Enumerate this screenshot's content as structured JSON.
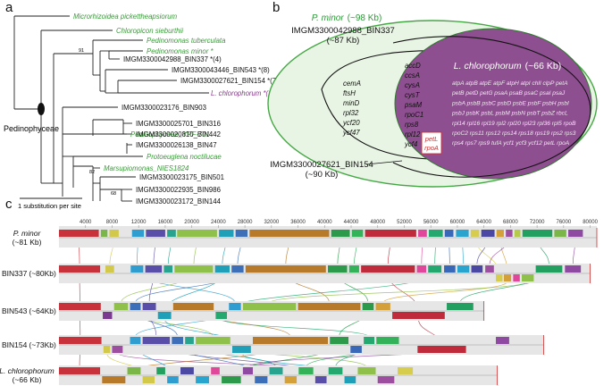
{
  "panels": {
    "a": "a",
    "b": "b",
    "c": "c"
  },
  "tree": {
    "leaves": [
      {
        "label": "Microrhizoidea pickettheapsiorum",
        "italic": true,
        "color": "#3a9a3a"
      },
      {
        "label": "Chloropicon sieburthii",
        "italic": true,
        "color": "#3a9a3a"
      },
      {
        "label": "Pedinomonas tuberculata",
        "italic": true,
        "color": "#3a9a3a"
      },
      {
        "label": "Pedinomonas minor",
        "italic": true,
        "color": "#3a9a3a",
        "suffix": " *"
      },
      {
        "label": "IMGM3300042988_BIN337",
        "italic": false,
        "color": "#111111",
        "suffix": " *(4)"
      },
      {
        "label": "IMGM3300043446_BIN543",
        "italic": false,
        "color": "#111111",
        "suffix": " *(8)"
      },
      {
        "label": "IMGM3300027621_BIN154",
        "italic": false,
        "color": "#111111",
        "suffix": " *(7)"
      },
      {
        "label": "L. chlorophorum",
        "italic": true,
        "color": "#8b3a8f",
        "suffix": " *(11)"
      },
      {
        "label": "IMGM3300023176_BIN903",
        "italic": false,
        "color": "#111111"
      },
      {
        "label": "Pedinophyceae_YPF-701",
        "italic": true,
        "color": "#3a9a3a"
      },
      {
        "label": "IMGM3300025701_BIN316",
        "italic": false,
        "color": "#111111"
      },
      {
        "label": "IMGM3300020810_BIN442",
        "italic": false,
        "color": "#111111"
      },
      {
        "label": "IMGM3300026138_BIN47",
        "italic": false,
        "color": "#111111"
      },
      {
        "label": "Protoeuglena noctilucae",
        "italic": true,
        "color": "#3a9a3a"
      },
      {
        "label": "Marsupiomonas_NIES1824",
        "italic": true,
        "color": "#3a9a3a"
      },
      {
        "label": "IMGM3300023175_BIN501",
        "italic": false,
        "color": "#111111"
      },
      {
        "label": "IMGM3300022935_BIN986",
        "italic": false,
        "color": "#111111"
      },
      {
        "label": "IMGM3300023172_BIN144",
        "italic": false,
        "color": "#111111"
      }
    ],
    "bootstrap": [
      "91",
      "82",
      "68"
    ],
    "clade_label": "Pedinophyceae",
    "scale_label": "1 substitution per site"
  },
  "venn": {
    "outer_label": "P. minor",
    "outer_size": "(~98 Kb)",
    "bin337_label": "IMGM3300042988_BIN337",
    "bin337_size": "(~87 Kb)",
    "inner_label": "L. chlorophorum",
    "inner_size": "(~66 Kb)",
    "bin154_label": "IMGM3300027621_BIN154",
    "bin154_size": "(~90 Kb)",
    "genes_outer": [
      "cemA",
      "ftsH",
      "minD",
      "rpl32",
      "ycf20",
      "ycf47"
    ],
    "genes_mid": [
      "accD",
      "ccsA",
      "cysA",
      "cysT",
      "psaM",
      "rpoC1",
      "rps8",
      "rpl12",
      "ycf4"
    ],
    "genes_red": [
      "petL",
      "rpoA"
    ],
    "genes_inner": [
      "atpA atpB atpE atpF atpH atpI chlI clpP petA",
      "petB petD petG psaA psaB psaC psaI psaJ",
      "psbA psbB psbC psbD psbE psbF psbH psbI",
      "psbJ psbK psbL psbM psbN psbT psbZ rbcL",
      "rpl14 rpl16 rpl19 rpl2 rpl20 rpl23 rpl36 rpl5 rpoB",
      "rpoC2 rps11 rps12 rps14 rps18 rps19 rps2 rps3",
      "rps4 rps7 rps9 tufA ycf1 ycf3 ycf12 petL rpoA"
    ],
    "colors": {
      "outer_fill": "#e9f5e4",
      "outer_stroke": "#45a845",
      "inner_fill": "#8d4f8f",
      "inner_text": "#ffffff",
      "red": "#d03030",
      "green_text": "#2f9a3a"
    }
  },
  "synteny": {
    "axis_ticks": [
      "4000",
      "8000",
      "12000",
      "16000",
      "20000",
      "24000",
      "28000",
      "32000",
      "36000",
      "40000",
      "44000",
      "48000",
      "52000",
      "56000",
      "60000",
      "64000",
      "68000",
      "72000",
      "76000",
      "80000"
    ],
    "axis_max": 81000,
    "genomes": [
      {
        "name": "P. minor",
        "size": "(~81 Kb)",
        "italic": true,
        "length": 81000
      },
      {
        "name": "BIN337",
        "size": "(~80Kb)",
        "italic": false,
        "length": 80000
      },
      {
        "name": "BIN543",
        "size": "(~64Kb)",
        "italic": false,
        "length": 64000
      },
      {
        "name": "BIN154",
        "size": "(~73Kb)",
        "italic": false,
        "length": 73000
      },
      {
        "name": "L. chlorophorum",
        "size": "(~66 Kb)",
        "italic": true,
        "length": 66000
      }
    ],
    "tracks": [
      [
        {
          "s": 0,
          "e": 6000,
          "c": "#c8333b",
          "r": "up"
        },
        {
          "s": 6300,
          "e": 7300,
          "c": "#7ab648",
          "r": "up"
        },
        {
          "s": 7600,
          "e": 9000,
          "c": "#d2c84a",
          "r": "up"
        },
        {
          "s": 11000,
          "e": 12800,
          "c": "#2f9dd0",
          "r": "up"
        },
        {
          "s": 13100,
          "e": 16000,
          "c": "#5a4fa8",
          "r": "up"
        },
        {
          "s": 16300,
          "e": 17600,
          "c": "#27a38f",
          "r": "up"
        },
        {
          "s": 17800,
          "e": 23800,
          "c": "#8fc04a",
          "r": "up"
        },
        {
          "s": 24100,
          "e": 26300,
          "c": "#20a0b8",
          "r": "up"
        },
        {
          "s": 26600,
          "e": 28400,
          "c": "#3d6fb8",
          "r": "up"
        },
        {
          "s": 28700,
          "e": 40700,
          "c": "#b7792a",
          "r": "up"
        },
        {
          "s": 41000,
          "e": 43800,
          "c": "#2c9a4a",
          "r": "up"
        },
        {
          "s": 44100,
          "e": 45800,
          "c": "#34b25a",
          "r": "up"
        },
        {
          "s": 46100,
          "e": 53800,
          "c": "#c02b3b",
          "r": "up"
        },
        {
          "s": 54100,
          "e": 55400,
          "c": "#e0479a",
          "r": "up"
        },
        {
          "s": 55700,
          "e": 57800,
          "c": "#24a870",
          "r": "up"
        },
        {
          "s": 58100,
          "e": 59400,
          "c": "#3a68b8",
          "r": "up"
        },
        {
          "s": 59800,
          "e": 61700,
          "c": "#29a4cf",
          "r": "up"
        },
        {
          "s": 62000,
          "e": 63300,
          "c": "#d6cd4e",
          "r": "up"
        },
        {
          "s": 63600,
          "e": 65600,
          "c": "#4b48a3",
          "r": "up"
        },
        {
          "s": 65900,
          "e": 67000,
          "c": "#d4a03a",
          "r": "up"
        },
        {
          "s": 67300,
          "e": 68300,
          "c": "#9b4f9e",
          "r": "up"
        },
        {
          "s": 68600,
          "e": 69500,
          "c": "#b5c94a",
          "r": "up"
        },
        {
          "s": 69800,
          "e": 74300,
          "c": "#23a05f",
          "r": "up"
        },
        {
          "s": 74600,
          "e": 76400,
          "c": "#7ab648",
          "r": "up"
        },
        {
          "s": 76700,
          "e": 78900,
          "c": "#8e4aa1",
          "r": "up"
        }
      ],
      [
        {
          "s": 0,
          "e": 6200,
          "c": "#c8333b",
          "r": "up"
        },
        {
          "s": 7000,
          "e": 8300,
          "c": "#d2c84a",
          "r": "up"
        },
        {
          "s": 10800,
          "e": 12700,
          "c": "#2f9dd0",
          "r": "up"
        },
        {
          "s": 13000,
          "e": 15500,
          "c": "#5a4fa8",
          "r": "up"
        },
        {
          "s": 15800,
          "e": 17100,
          "c": "#27a38f",
          "r": "up"
        },
        {
          "s": 17400,
          "e": 23200,
          "c": "#8fc04a",
          "r": "up"
        },
        {
          "s": 23500,
          "e": 25700,
          "c": "#20a0b8",
          "r": "up"
        },
        {
          "s": 26000,
          "e": 27800,
          "c": "#3d6fb8",
          "r": "up"
        },
        {
          "s": 28100,
          "e": 40200,
          "c": "#b7792a",
          "r": "up"
        },
        {
          "s": 40500,
          "e": 43400,
          "c": "#2c9a4a",
          "r": "up"
        },
        {
          "s": 43700,
          "e": 45200,
          "c": "#34b25a",
          "r": "up"
        },
        {
          "s": 45500,
          "e": 53600,
          "c": "#c02b3b",
          "r": "up"
        },
        {
          "s": 53900,
          "e": 55300,
          "c": "#e0479a",
          "r": "up"
        },
        {
          "s": 55600,
          "e": 57600,
          "c": "#24a870",
          "r": "up"
        },
        {
          "s": 58000,
          "e": 59700,
          "c": "#3a68b8",
          "r": "up"
        },
        {
          "s": 60000,
          "e": 61800,
          "c": "#29a4cf",
          "r": "up"
        },
        {
          "s": 62100,
          "e": 63800,
          "c": "#4b48a3",
          "r": "up"
        },
        {
          "s": 64200,
          "e": 65500,
          "c": "#9b4f9e",
          "r": "up"
        },
        {
          "s": 65800,
          "e": 66800,
          "c": "#d6cd4e",
          "r": "down"
        },
        {
          "s": 67000,
          "e": 68100,
          "c": "#d4a03a",
          "r": "down"
        },
        {
          "s": 68400,
          "e": 69400,
          "c": "#e0479a",
          "r": "down"
        },
        {
          "s": 69700,
          "e": 71500,
          "c": "#8fc04a",
          "r": "down"
        },
        {
          "s": 71800,
          "e": 75800,
          "c": "#23a05f",
          "r": "up"
        },
        {
          "s": 76200,
          "e": 78600,
          "c": "#8e4aa1",
          "r": "up"
        }
      ],
      [
        {
          "s": 0,
          "e": 6300,
          "c": "#c8333b",
          "r": "up"
        },
        {
          "s": 6600,
          "e": 8000,
          "c": "#7a3a8f",
          "r": "down"
        },
        {
          "s": 8300,
          "e": 10400,
          "c": "#8fc04a",
          "r": "up"
        },
        {
          "s": 10700,
          "e": 12300,
          "c": "#3d6fb8",
          "r": "up"
        },
        {
          "s": 12600,
          "e": 14600,
          "c": "#5a4fa8",
          "r": "up"
        },
        {
          "s": 14900,
          "e": 16900,
          "c": "#20a0b8",
          "r": "down"
        },
        {
          "s": 17200,
          "e": 23300,
          "c": "#b7792a",
          "r": "up"
        },
        {
          "s": 23600,
          "e": 25300,
          "c": "#24a870",
          "r": "down"
        },
        {
          "s": 25600,
          "e": 27400,
          "c": "#2f9dd0",
          "r": "up"
        },
        {
          "s": 27700,
          "e": 35700,
          "c": "#8fc04a",
          "r": "up"
        },
        {
          "s": 36000,
          "e": 45400,
          "c": "#b7792a",
          "r": "up"
        },
        {
          "s": 45700,
          "e": 47400,
          "c": "#2c9a4a",
          "r": "up"
        },
        {
          "s": 47700,
          "e": 49900,
          "c": "#d4a03a",
          "r": "up"
        },
        {
          "s": 50200,
          "e": 58100,
          "c": "#c02b3b",
          "r": "down"
        },
        {
          "s": 58400,
          "e": 62400,
          "c": "#23a05f",
          "r": "up"
        }
      ],
      [
        {
          "s": 0,
          "e": 6400,
          "c": "#c8333b",
          "r": "up"
        },
        {
          "s": 6700,
          "e": 7700,
          "c": "#d2c84a",
          "r": "down"
        },
        {
          "s": 8000,
          "e": 9600,
          "c": "#9b4f9e",
          "r": "down"
        },
        {
          "s": 10700,
          "e": 12300,
          "c": "#2f9dd0",
          "r": "up"
        },
        {
          "s": 12600,
          "e": 16700,
          "c": "#5a4fa8",
          "r": "up"
        },
        {
          "s": 17000,
          "e": 18700,
          "c": "#3d6fb8",
          "r": "up"
        },
        {
          "s": 19000,
          "e": 20300,
          "c": "#27a38f",
          "r": "up"
        },
        {
          "s": 20600,
          "e": 25800,
          "c": "#8fc04a",
          "r": "up"
        },
        {
          "s": 26100,
          "e": 28900,
          "c": "#20a0b8",
          "r": "down"
        },
        {
          "s": 29200,
          "e": 40500,
          "c": "#b7792a",
          "r": "up"
        },
        {
          "s": 40800,
          "e": 43600,
          "c": "#2c9a4a",
          "r": "up"
        },
        {
          "s": 43900,
          "e": 45600,
          "c": "#3a68b8",
          "r": "down"
        },
        {
          "s": 45900,
          "e": 47500,
          "c": "#24a870",
          "r": "up"
        },
        {
          "s": 47800,
          "e": 51200,
          "c": "#34b25a",
          "r": "up"
        },
        {
          "s": 54000,
          "e": 61300,
          "c": "#c02b3b",
          "r": "down"
        },
        {
          "s": 65800,
          "e": 67800,
          "c": "#8e4aa1",
          "r": "up"
        }
      ],
      [
        {
          "s": 0,
          "e": 6200,
          "c": "#c8333b",
          "r": "up"
        },
        {
          "s": 6500,
          "e": 10000,
          "c": "#b7792a",
          "r": "down"
        },
        {
          "s": 10300,
          "e": 12300,
          "c": "#7ab648",
          "r": "up"
        },
        {
          "s": 12600,
          "e": 14400,
          "c": "#d2c84a",
          "r": "down"
        },
        {
          "s": 14700,
          "e": 16000,
          "c": "#23a05f",
          "r": "up"
        },
        {
          "s": 16300,
          "e": 18000,
          "c": "#2f9dd0",
          "r": "down"
        },
        {
          "s": 18300,
          "e": 20300,
          "c": "#4b48a3",
          "r": "up"
        },
        {
          "s": 20600,
          "e": 22600,
          "c": "#29a4cf",
          "r": "down"
        },
        {
          "s": 22900,
          "e": 24200,
          "c": "#e0479a",
          "r": "up"
        },
        {
          "s": 24500,
          "e": 27400,
          "c": "#2c9a4a",
          "r": "down"
        },
        {
          "s": 27700,
          "e": 29200,
          "c": "#8e4aa1",
          "r": "up"
        },
        {
          "s": 29500,
          "e": 31400,
          "c": "#3d6fb8",
          "r": "down"
        },
        {
          "s": 31700,
          "e": 33700,
          "c": "#27a38f",
          "r": "up"
        },
        {
          "s": 34000,
          "e": 35800,
          "c": "#d4a03a",
          "r": "down"
        },
        {
          "s": 36100,
          "e": 38300,
          "c": "#34b25a",
          "r": "up"
        },
        {
          "s": 38600,
          "e": 40300,
          "c": "#5a4fa8",
          "r": "down"
        },
        {
          "s": 40600,
          "e": 42700,
          "c": "#24a870",
          "r": "up"
        },
        {
          "s": 43000,
          "e": 44700,
          "c": "#20a0b8",
          "r": "down"
        },
        {
          "s": 45000,
          "e": 47700,
          "c": "#8fc04a",
          "r": "up"
        },
        {
          "s": 48000,
          "e": 50500,
          "c": "#9b4f9e",
          "r": "down"
        },
        {
          "s": 51000,
          "e": 53300,
          "c": "#d6cd4e",
          "r": "up"
        }
      ]
    ]
  }
}
